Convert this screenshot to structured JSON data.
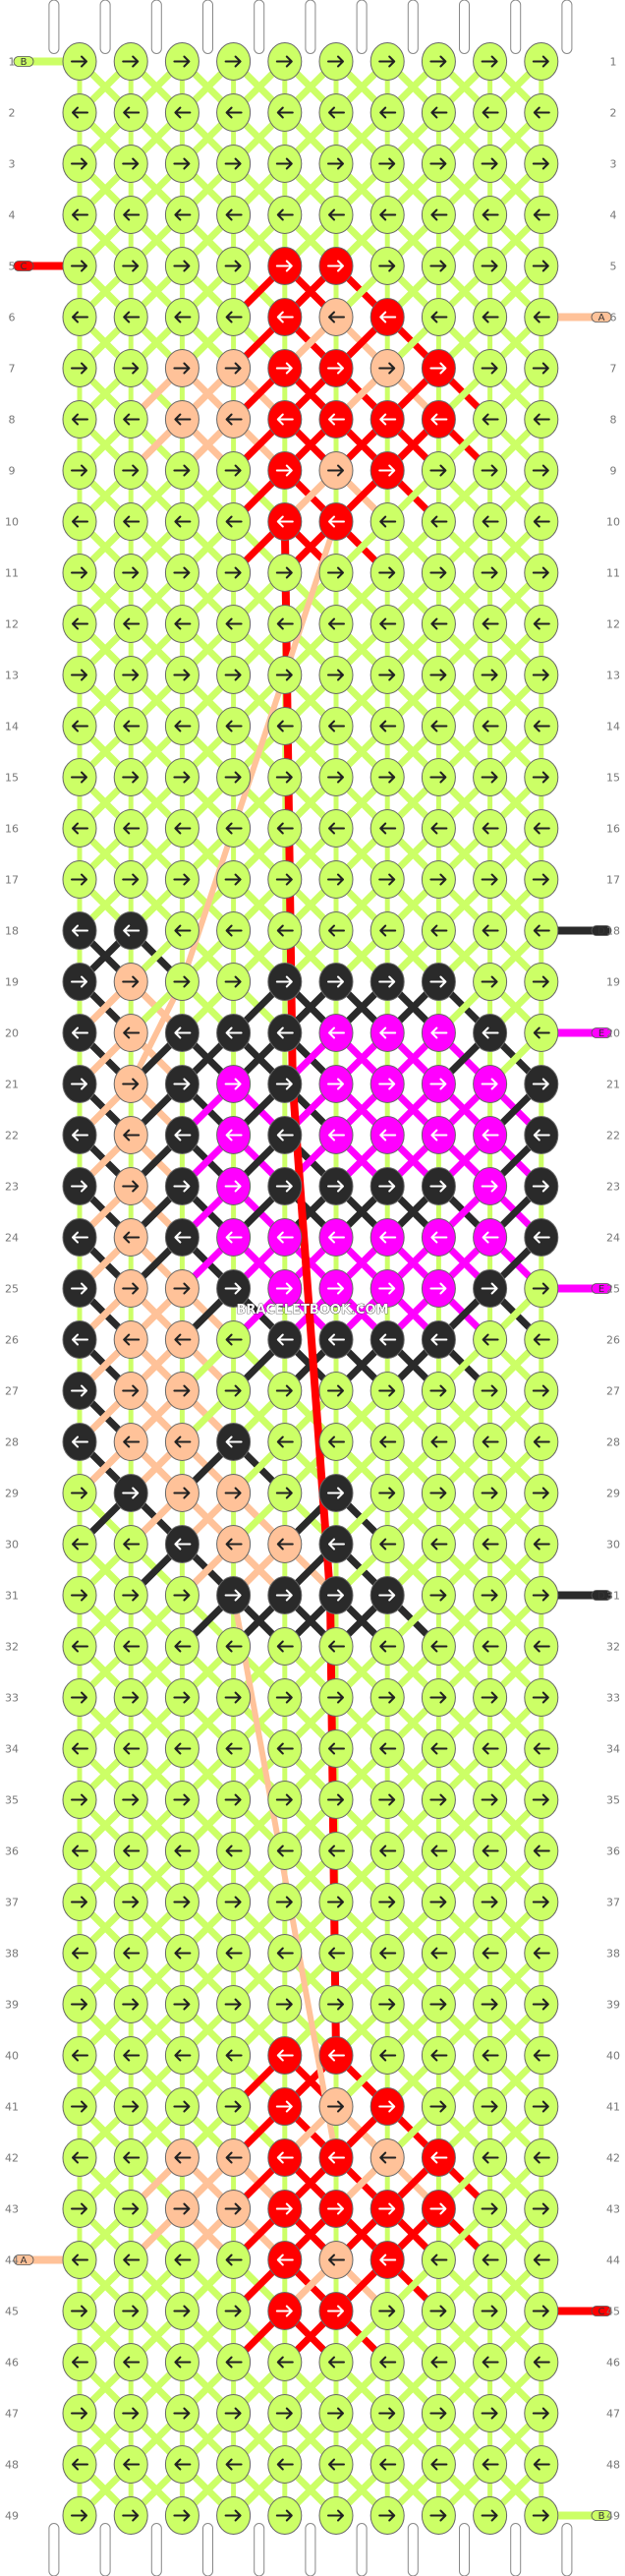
{
  "pattern": {
    "rows": 49,
    "knots_per_row": 10,
    "row_labels": [
      "1",
      "2",
      "3",
      "4",
      "5",
      "6",
      "7",
      "8",
      "9",
      "10",
      "11",
      "12",
      "13",
      "14",
      "15",
      "16",
      "17",
      "18",
      "19",
      "20",
      "21",
      "22",
      "23",
      "24",
      "25",
      "26",
      "27",
      "28",
      "29",
      "30",
      "31",
      "32",
      "33",
      "34",
      "35",
      "36",
      "37",
      "38",
      "39",
      "40",
      "41",
      "42",
      "43",
      "44",
      "45",
      "46",
      "47",
      "48",
      "49"
    ],
    "colors": {
      "B": "#ccff66",
      "C": "#ff0000",
      "A": "#ffc299",
      "D": "#2a2a2a",
      "E": "#ff00ff"
    },
    "outline_color": "#666666",
    "arrow_color": "#ffffff",
    "dark_arrow_color": "#222222",
    "strand_ends": [
      {
        "row": 1,
        "side": "left",
        "letter": "B",
        "color_key": "B"
      },
      {
        "row": 49,
        "side": "right",
        "letter": "B",
        "color_key": "B"
      },
      {
        "row": 5,
        "side": "left",
        "letter": "C",
        "color_key": "C"
      },
      {
        "row": 45,
        "side": "right",
        "letter": "C",
        "color_key": "C"
      },
      {
        "row": 6,
        "side": "right",
        "letter": "A",
        "color_key": "A"
      },
      {
        "row": 44,
        "side": "left",
        "letter": "A",
        "color_key": "A"
      },
      {
        "row": 18,
        "side": "right",
        "letter": "D",
        "color_key": "D"
      },
      {
        "row": 31,
        "side": "right",
        "letter": "D",
        "color_key": "D"
      },
      {
        "row": 20,
        "side": "right",
        "letter": "E",
        "color_key": "E"
      },
      {
        "row": 25,
        "side": "right",
        "letter": "E",
        "color_key": "E"
      }
    ],
    "knot_rows": [
      "RRRRRRRRRR",
      "LLLLLLLLLL",
      "RRRRRRRRRR",
      "LLLLLLLLLL",
      "RRRRRRRRRR",
      "LLLLLLLLLL",
      "RRRRRRRRRR",
      "LLLLLLLLLL",
      "RRRRRRRRRR",
      "LLLLLLLLLL",
      "RRRRRRRRRR",
      "LLLLLLLLLL",
      "RRRRRRRRRR",
      "LLLLLLLLLL",
      "RRRRRRRRRR",
      "LLLLLLLLLL",
      "RRRRRRRRRR",
      "LLLLLLLLLL",
      "RRRRRRRRRR",
      "LLLLLLLLLL",
      "RRRRRRRRRR",
      "LLLLLLLLLL",
      "RRRRRRRRRR",
      "LLLLLLLLLL",
      "RRRRRRRRRR",
      "LLLLLLLLLL",
      "RRRRRRRRRR",
      "LLLLLLLLLL",
      "RRRRRRRRRR",
      "LLLLLLLLLL",
      "RRRRRRRRRR",
      "LLLLLLLLLL",
      "RRRRRRRRRR",
      "LLLLLLLLLL",
      "RRRRRRRRRR",
      "LLLLLLLLLL",
      "RRRRRRRRRR",
      "LLLLLLLLLL",
      "RRRRRRRRRR",
      "LLLLLLLLLL",
      "RRRRRRRRRR",
      "LLLLLLLLLL",
      "RRRRRRRRRR",
      "LLLLLLLLLL",
      "RRRRRRRRRR",
      "LLLLLLLLLL",
      "RRRRRRRRRR",
      "LLLLLLLLLL",
      "RRRRRRRRRR"
    ],
    "knot_colors": [
      "BBBBBBBBBB",
      "BBBBBBBBBB",
      "BBBBBBBBBB",
      "BBBBBBBBBB",
      "BBBBCCBBBB",
      "BBBBCACBBB",
      "BBAACCACBB",
      "BBAACCCCBB",
      "BBBBCACBBB",
      "BBBBCCBBBB",
      "BBBBBBBBBB",
      "BBBBBBBBBB",
      "BBBBBBBBBB",
      "BBBBBBBBBB",
      "BBBBBBBBBB",
      "BBBBBBBBBB",
      "BBBBBBBBBB",
      "DDBBBBBBBB",
      "DABBDDDDBB",
      "DADDDEEEDB",
      "DADEDEEEED",
      "DADEDEEEED",
      "DADEDDDDED",
      "DADEEEEEED",
      "DAADEEEEDB",
      "DAABDDDDBB",
      "DAABBBBBBB",
      "DAADBBBBBB",
      "BDAABDBBBB",
      "BBDAADBBBB",
      "BBBDDDDBBB",
      "BBBBBBBBBB",
      "BBBBBBBBBB",
      "BBBBBBBBBB",
      "BBBBBBBBBB",
      "BBBBBBBBBB",
      "BBBBBBBBBB",
      "BBBBBBBBBB",
      "BBBBBBBBBB",
      "BBBBCCBBBB",
      "BBBBCACBBB",
      "BBAACCACBB",
      "BBAACCCCBB",
      "BBBBCACBBB",
      "BBBBCCBBBB",
      "BBBBBBBBBB",
      "BBBBBBBBBB",
      "BBBBBBBBBB",
      "BBBBBBBBBB"
    ]
  },
  "watermark": {
    "text": "BRACELETBOOK.COM"
  }
}
